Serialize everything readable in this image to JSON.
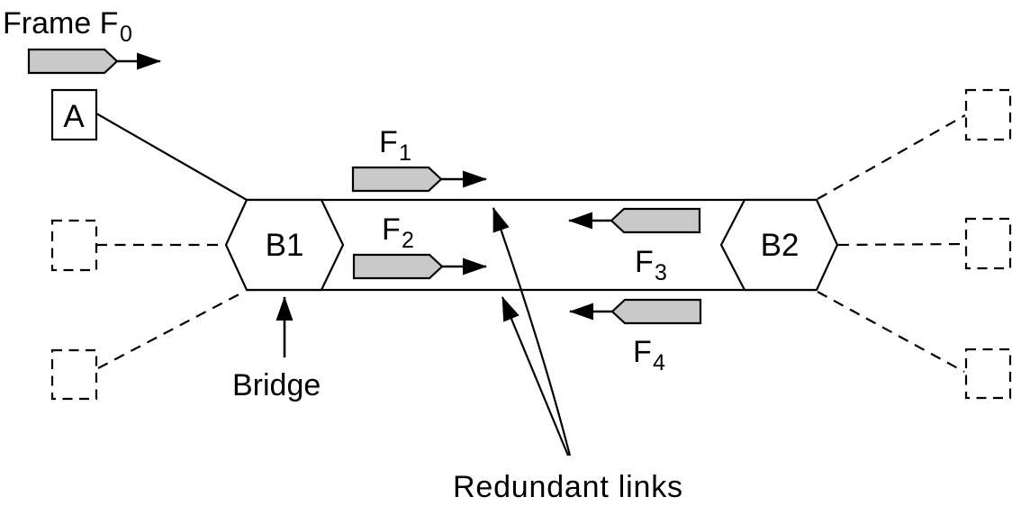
{
  "diagram": {
    "frame_label": {
      "base": "Frame F",
      "sub": "0"
    },
    "station": {
      "label": "A"
    },
    "bridges": {
      "b1": {
        "label": "B1"
      },
      "b2": {
        "label": "B2"
      }
    },
    "frames": {
      "f1": {
        "base": "F",
        "sub": "1",
        "direction": "right"
      },
      "f2": {
        "base": "F",
        "sub": "2",
        "direction": "right"
      },
      "f3": {
        "base": "F",
        "sub": "3",
        "direction": "left"
      },
      "f4": {
        "base": "F",
        "sub": "4",
        "direction": "left"
      }
    },
    "captions": {
      "bridge": "Bridge",
      "redundant": "Redundant links"
    },
    "colors": {
      "frame_fill": "#c9c9c9",
      "stroke": "#000000",
      "background": "#ffffff"
    }
  }
}
